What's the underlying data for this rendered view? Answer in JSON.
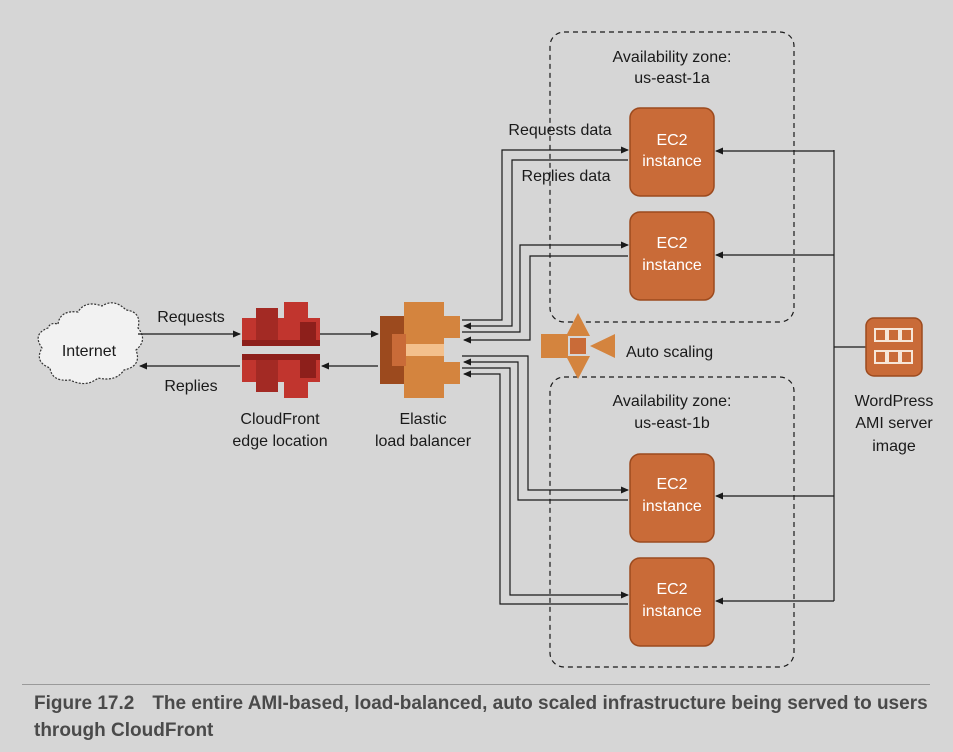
{
  "internet": "Internet",
  "requests": "Requests",
  "replies": "Replies",
  "cloudfront": [
    "CloudFront",
    "edge location"
  ],
  "elb": [
    "Elastic",
    "load balancer"
  ],
  "requests_data": "Requests data",
  "replies_data": "Replies data",
  "auto_scaling": "Auto scaling",
  "zone_a": [
    "Availability zone:",
    "us-east-1a"
  ],
  "zone_b": [
    "Availability zone:",
    "us-east-1b"
  ],
  "ec2": [
    "EC2",
    "instance"
  ],
  "ami": [
    "WordPress",
    "AMI server",
    "image"
  ],
  "caption": {
    "figure": "Figure 17.2",
    "text": "The entire AMI-based, load-balanced, auto scaled infrastructure being served to users through CloudFront"
  },
  "colors": {
    "orange": "#c96b38",
    "orange_dark": "#9c4a1e",
    "cloudfront_red": "#c1352e",
    "cloudfront_dark": "#8d1f1b",
    "elb_orange": "#d4843e"
  }
}
